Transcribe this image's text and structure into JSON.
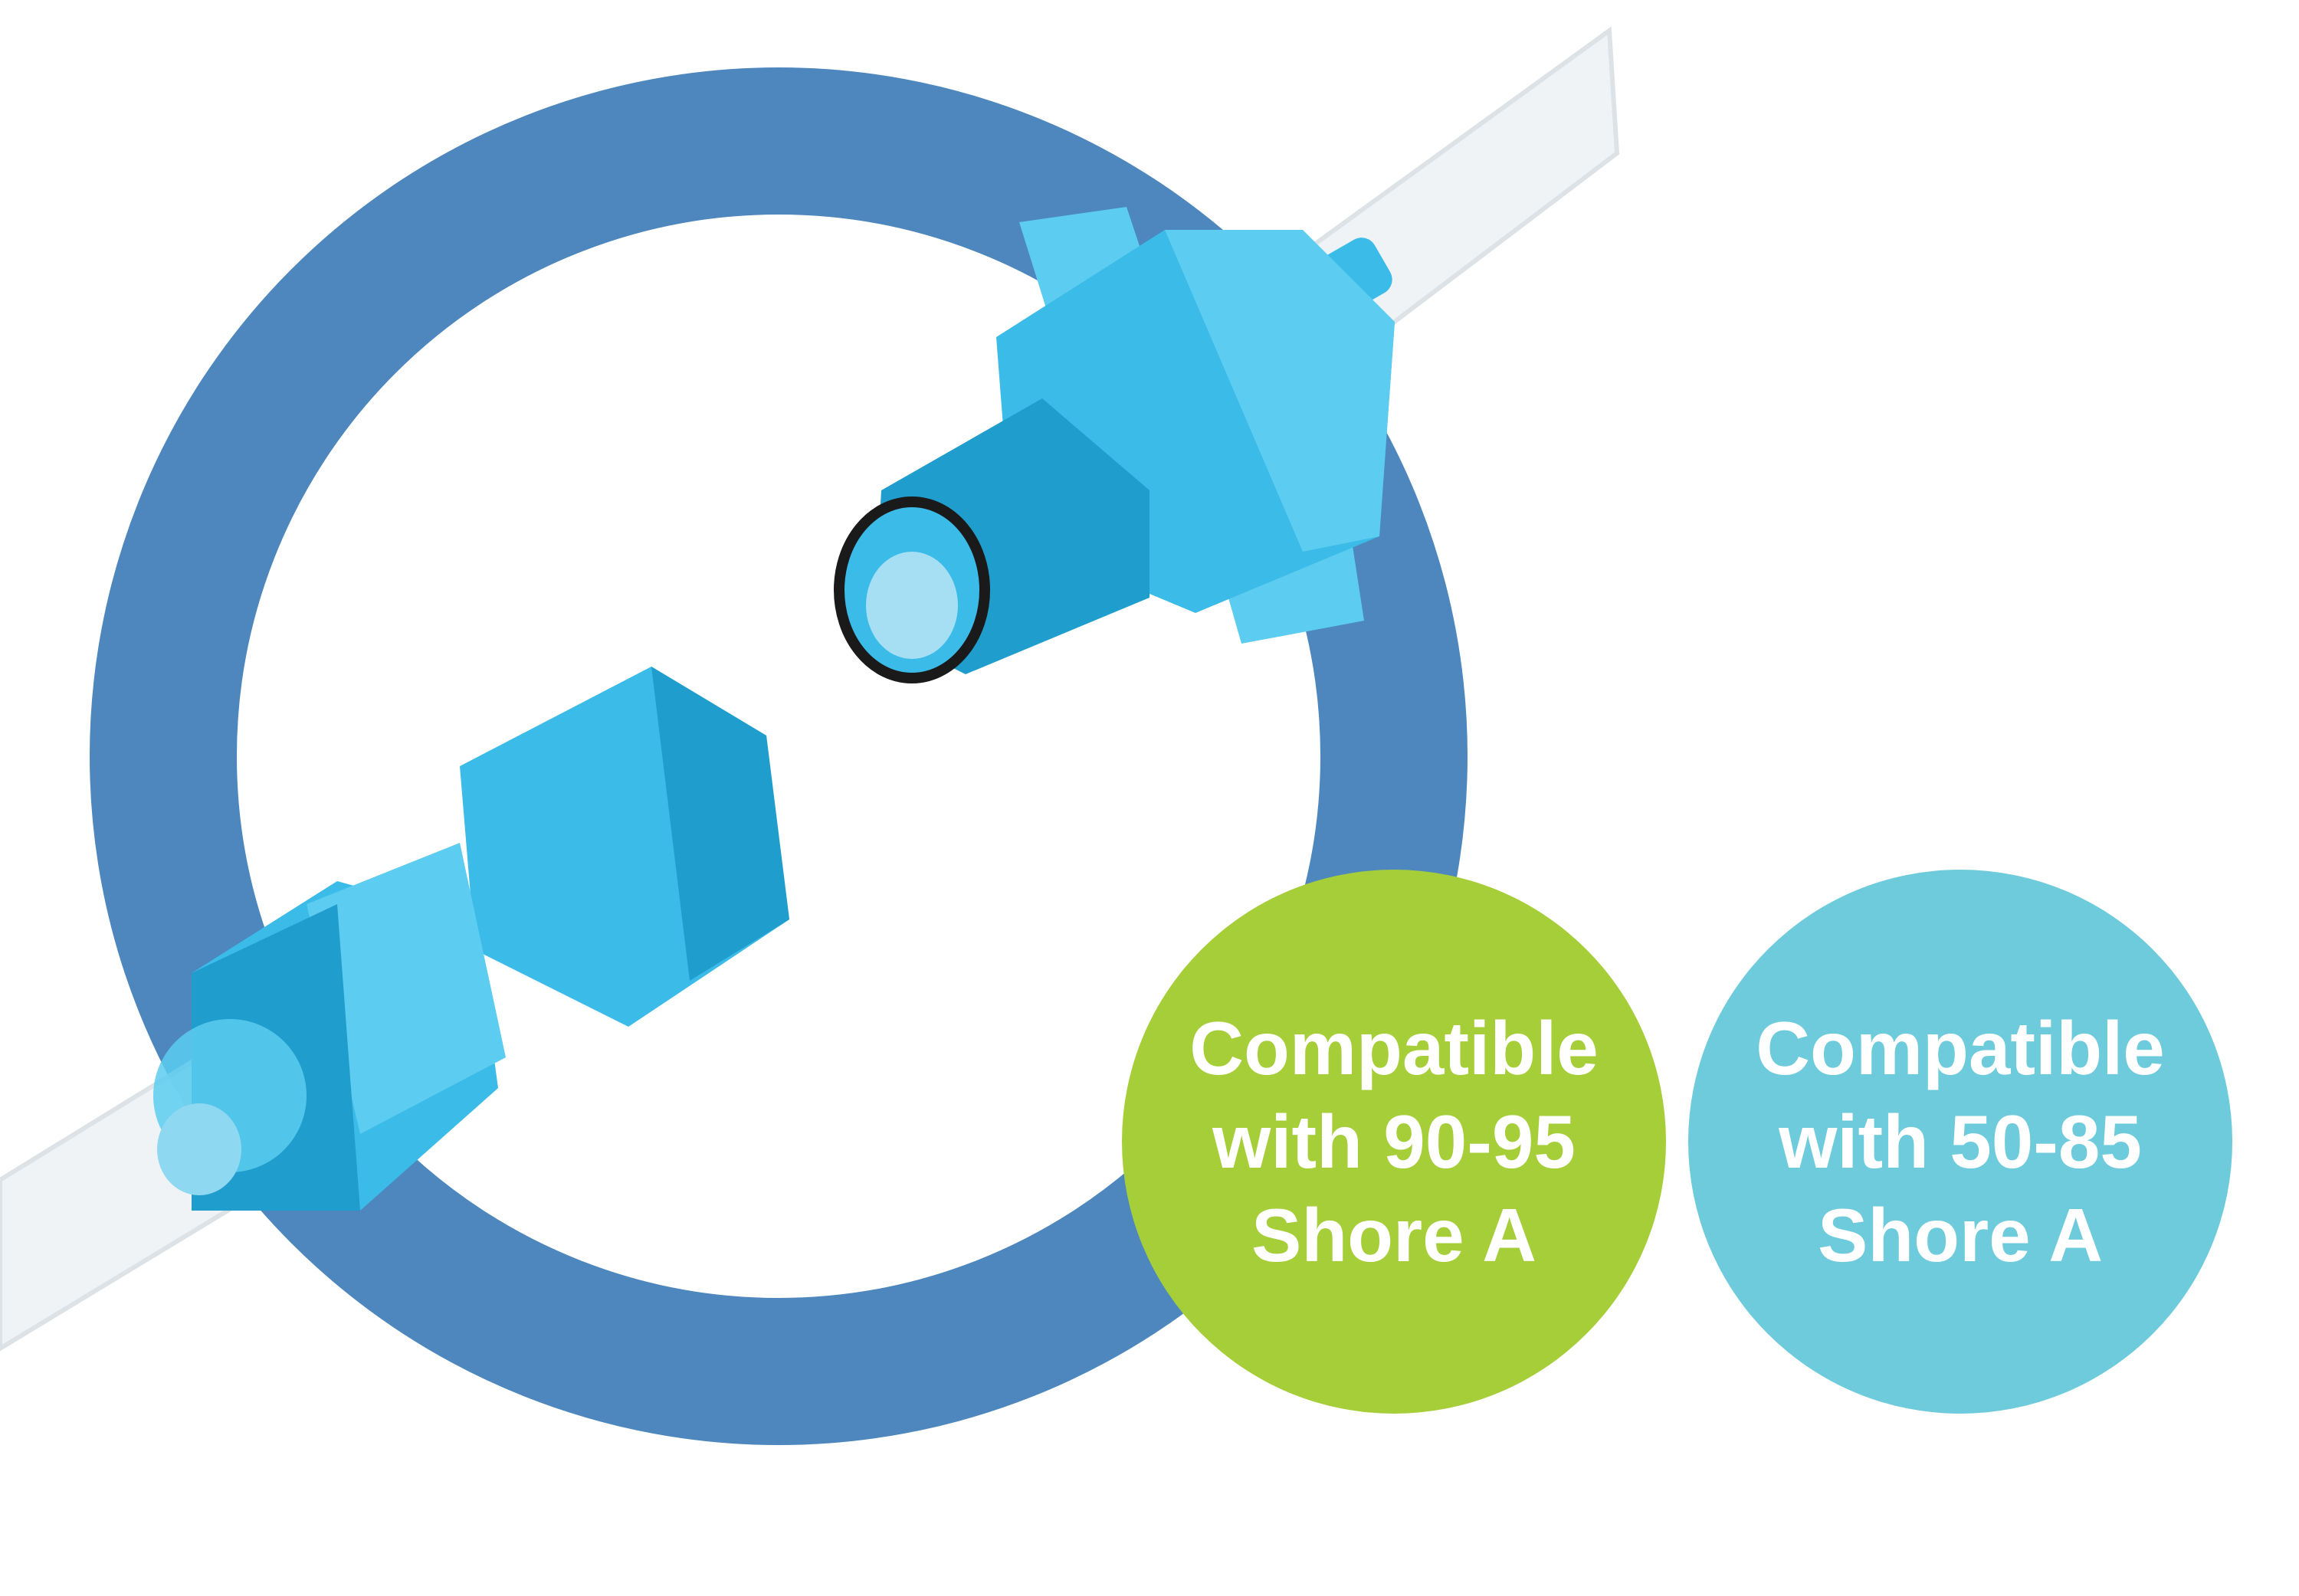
{
  "colors": {
    "ring": "#4d87bd",
    "badge_hard": "#a6ce39",
    "badge_soft": "#6ecbdc",
    "connector": "#3bbbe8",
    "connector_light": "#5cccf0",
    "connector_dark": "#1f9dcc"
  },
  "badges": [
    {
      "lines": [
        "Compatible",
        "with 90-95",
        "Shore A"
      ]
    },
    {
      "lines": [
        "Compatible",
        "with 50-85",
        "Shore A"
      ]
    }
  ]
}
